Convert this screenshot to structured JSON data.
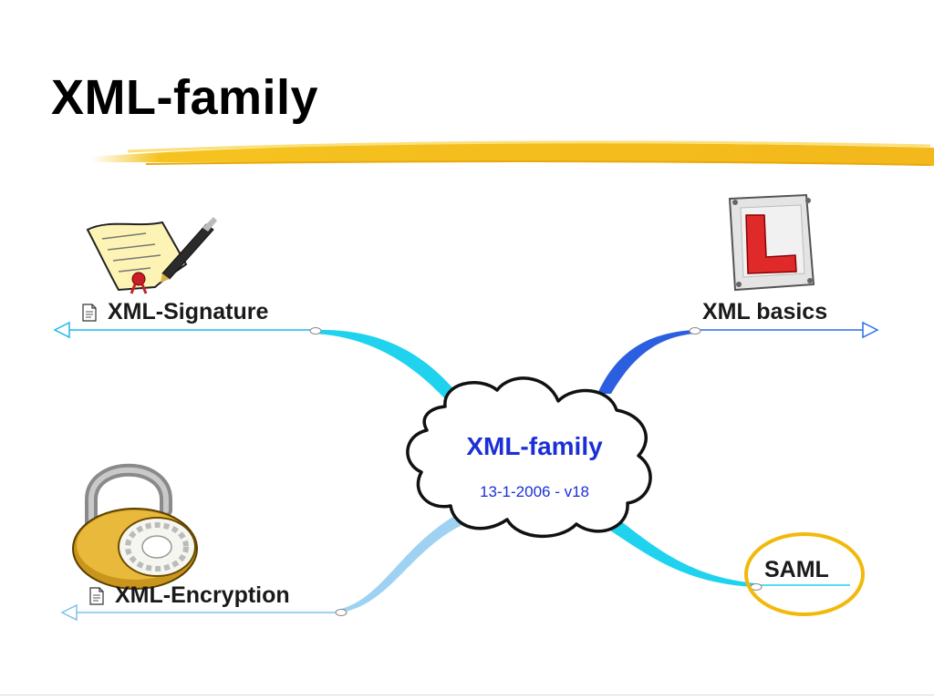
{
  "slide": {
    "title": "XML-family"
  },
  "center_node": {
    "title": "XML-family",
    "subtitle": "13-1-2006 - v18"
  },
  "branches": {
    "signature": {
      "label": "XML-Signature",
      "image_icon": "signed-document-with-pen-icon",
      "doc_icon": "document-icon"
    },
    "basics": {
      "label": "XML basics",
      "image_icon": "learner-l-plate-icon"
    },
    "encryption": {
      "label": "XML-Encryption",
      "image_icon": "padlock-icon",
      "doc_icon": "document-icon"
    },
    "saml": {
      "label": "SAML",
      "highlight": "circled"
    }
  },
  "colors": {
    "center_text": "#1c2fd6",
    "branch_cyan": "#1fd3ee",
    "branch_blue": "#2b5fe0",
    "branch_light": "#9fd2f2",
    "highlight_ring": "#f2b90a",
    "title_underline": "#f5c320"
  }
}
